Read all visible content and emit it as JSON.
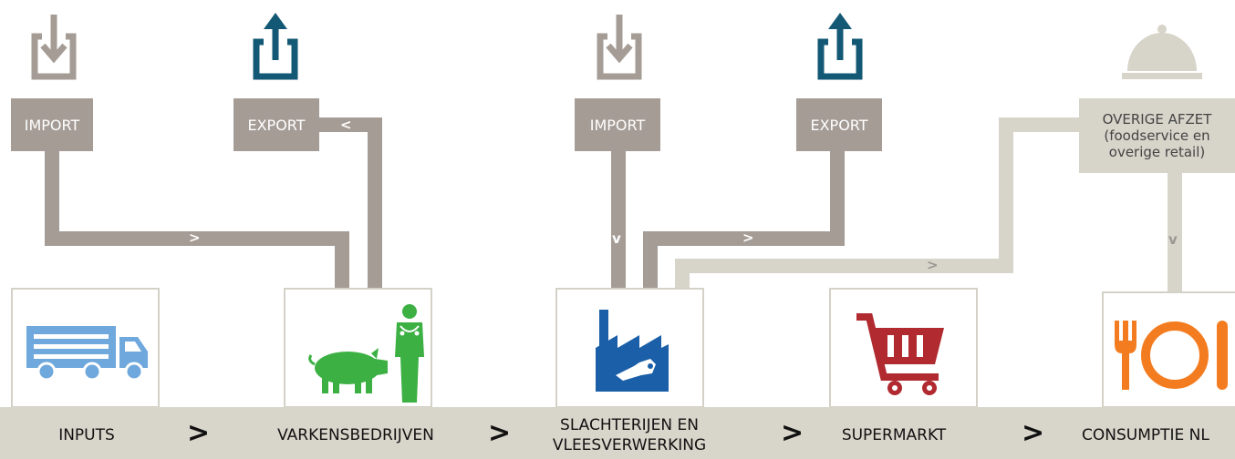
{
  "boxes": {
    "import_1": "IMPORT",
    "export_1": "EXPORT",
    "import_2": "IMPORT",
    "export_2": "EXPORT",
    "overige": "OVERIGE AFZET\n(foodservice en\noverige retail)"
  },
  "stages": {
    "inputs": "INPUTS",
    "varkens": "VARKENSBEDRIJVEN",
    "slacht": "SLACHTERIJEN EN\nVLEESVERWERKING",
    "supermarkt": "SUPERMARKT",
    "consumptie": "CONSUMPTIE NL"
  },
  "separators": [
    ">",
    ">",
    ">",
    ">"
  ],
  "flow_markers": {
    "export_arrow": "<",
    "inputs_to_varkens": ">",
    "import_down": "v",
    "slacht_to_export": ">",
    "slacht_to_overige": ">",
    "overige_down": "v"
  },
  "icons": {
    "import": "import-icon",
    "export": "export-icon",
    "cloche": "cloche-icon",
    "truck": "truck-icon",
    "pig_farmer": "pig-farmer-icon",
    "factory": "factory-icon",
    "cart": "shopping-cart-icon",
    "plate": "plate-cutlery-icon"
  },
  "colors": {
    "gray_box": "#a59c96",
    "light_box": "#d7d4ca",
    "export_blue": "#135874",
    "truck_blue": "#6fa8dc",
    "pig_green": "#3cb043",
    "factory_blue": "#1a5fa8",
    "cart_red": "#b02a30",
    "plate_orange": "#f47c20"
  }
}
